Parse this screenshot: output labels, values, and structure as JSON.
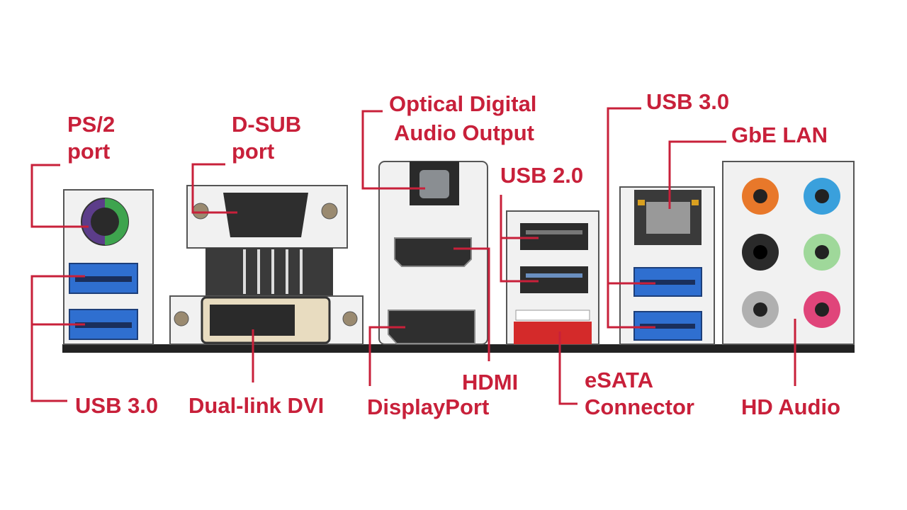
{
  "title": "Motherboard rear I/O panel connectors",
  "colors": {
    "label": "#c8203a",
    "usb3_blue": "#2f6fd0",
    "esata_red": "#d42a2a"
  },
  "labels": {
    "ps2": [
      "PS/2",
      "port"
    ],
    "dsub": [
      "D-SUB",
      "port"
    ],
    "optical": [
      "Optical Digital",
      "Audio Output"
    ],
    "usb3_top": "USB 3.0",
    "gbe_lan": "GbE LAN",
    "usb2": "USB 2.0",
    "usb3_left": "USB 3.0",
    "dvi": "Dual-link DVI",
    "hdmi": "HDMI",
    "displayport": "DisplayPort",
    "esata": [
      "eSATA",
      "Connector"
    ],
    "hd_audio": "HD Audio"
  }
}
